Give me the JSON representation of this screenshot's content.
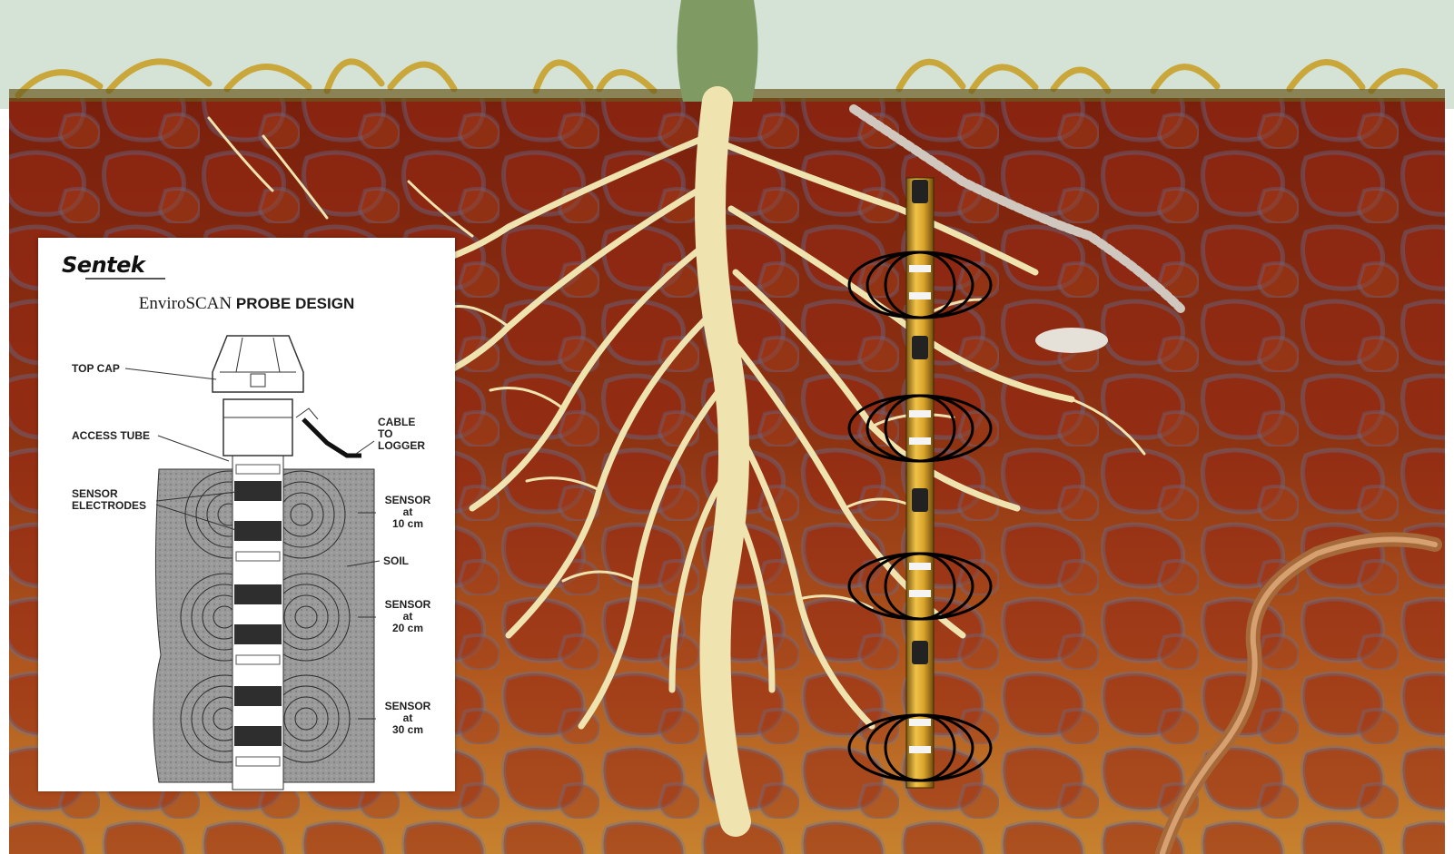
{
  "panel": {
    "brand": "Sentek",
    "title_part1": "EnviroSCAN",
    "title_part2": "PROBE DESIGN",
    "labels": {
      "top_cap": "TOP CAP",
      "access_tube": "ACCESS TUBE",
      "sensor_electrodes_line1": "SENSOR",
      "sensor_electrodes_line2": "ELECTRODES",
      "cable_line1": "CABLE",
      "cable_line2": "TO",
      "cable_line3": "LOGGER",
      "soil": "SOIL",
      "sensor_10_line1": "SENSOR",
      "sensor_10_line2": "at",
      "sensor_10_line3": "10 cm",
      "sensor_20_line1": "SENSOR",
      "sensor_20_line2": "at",
      "sensor_20_line3": "20 cm",
      "sensor_30_line1": "SENSOR",
      "sensor_30_line2": "at",
      "sensor_30_line3": "30 cm"
    }
  },
  "colors": {
    "sky": "#d4e3d6",
    "grass": "#c9a73a",
    "soil_top": "#7a1f0c",
    "soil_bottom": "#c7782b",
    "root": "#efe4b0",
    "probe_gold": "#d8a32a"
  }
}
